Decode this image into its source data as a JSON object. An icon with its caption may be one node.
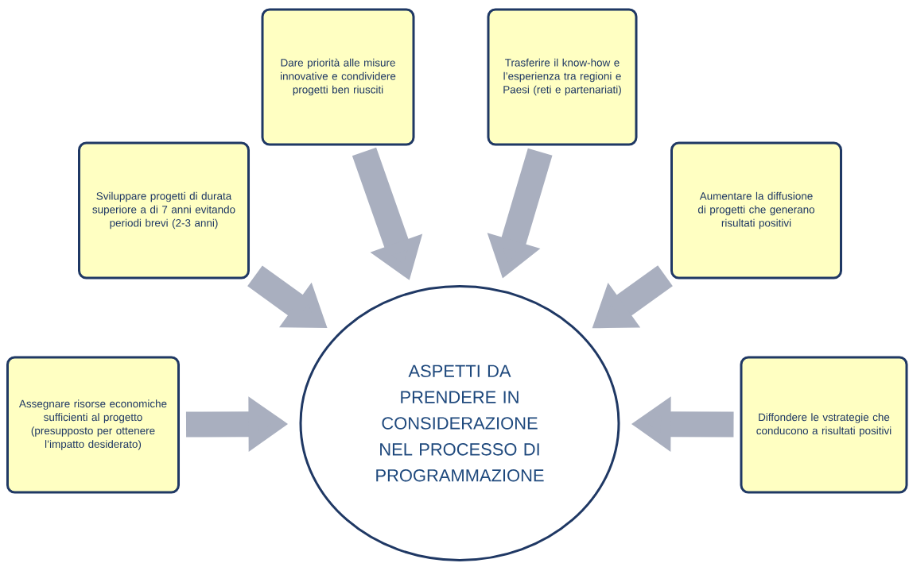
{
  "diagram": {
    "nodes": [
      {
        "text": [
          "Dare priorità alle misure innovative e condividere progetti ben riusciti"
        ]
      },
      {
        "text": [
          "Trasferire il know-how e l’esperienza tra regioni e Paesi (reti e partenariati)"
        ]
      },
      {
        "text": [
          "Sviluppare progetti di durata superiore a di 7 anni evitando periodi brevi (2-3 anni)"
        ]
      },
      {
        "text": [
          "Aumentare la diffusione di progetti che generano risultati positivi"
        ]
      },
      {
        "text": [
          "Assegnare risorse economiche sufficienti al progetto (presupposto per ottenere l’impatto desiderato)"
        ]
      },
      {
        "text": [
          "Diffondere le vstrategie che conducono a risultati positivi"
        ]
      },
      {
        "text": [
          "ASPETTI DA PRENDERE IN CONSIDERAZIONE NEL PROCESSO DI PROGRAMMAZIONE"
        ]
      }
    ],
    "edges": [
      {
        "from": 0,
        "to": 6,
        "arrow": "to"
      },
      {
        "from": 1,
        "to": 6,
        "arrow": "to"
      },
      {
        "from": 2,
        "to": 6,
        "arrow": "to"
      },
      {
        "from": 3,
        "to": 6,
        "arrow": "to"
      },
      {
        "from": 4,
        "to": 6,
        "arrow": "to"
      },
      {
        "from": 5,
        "to": 6,
        "arrow": "to"
      }
    ]
  }
}
